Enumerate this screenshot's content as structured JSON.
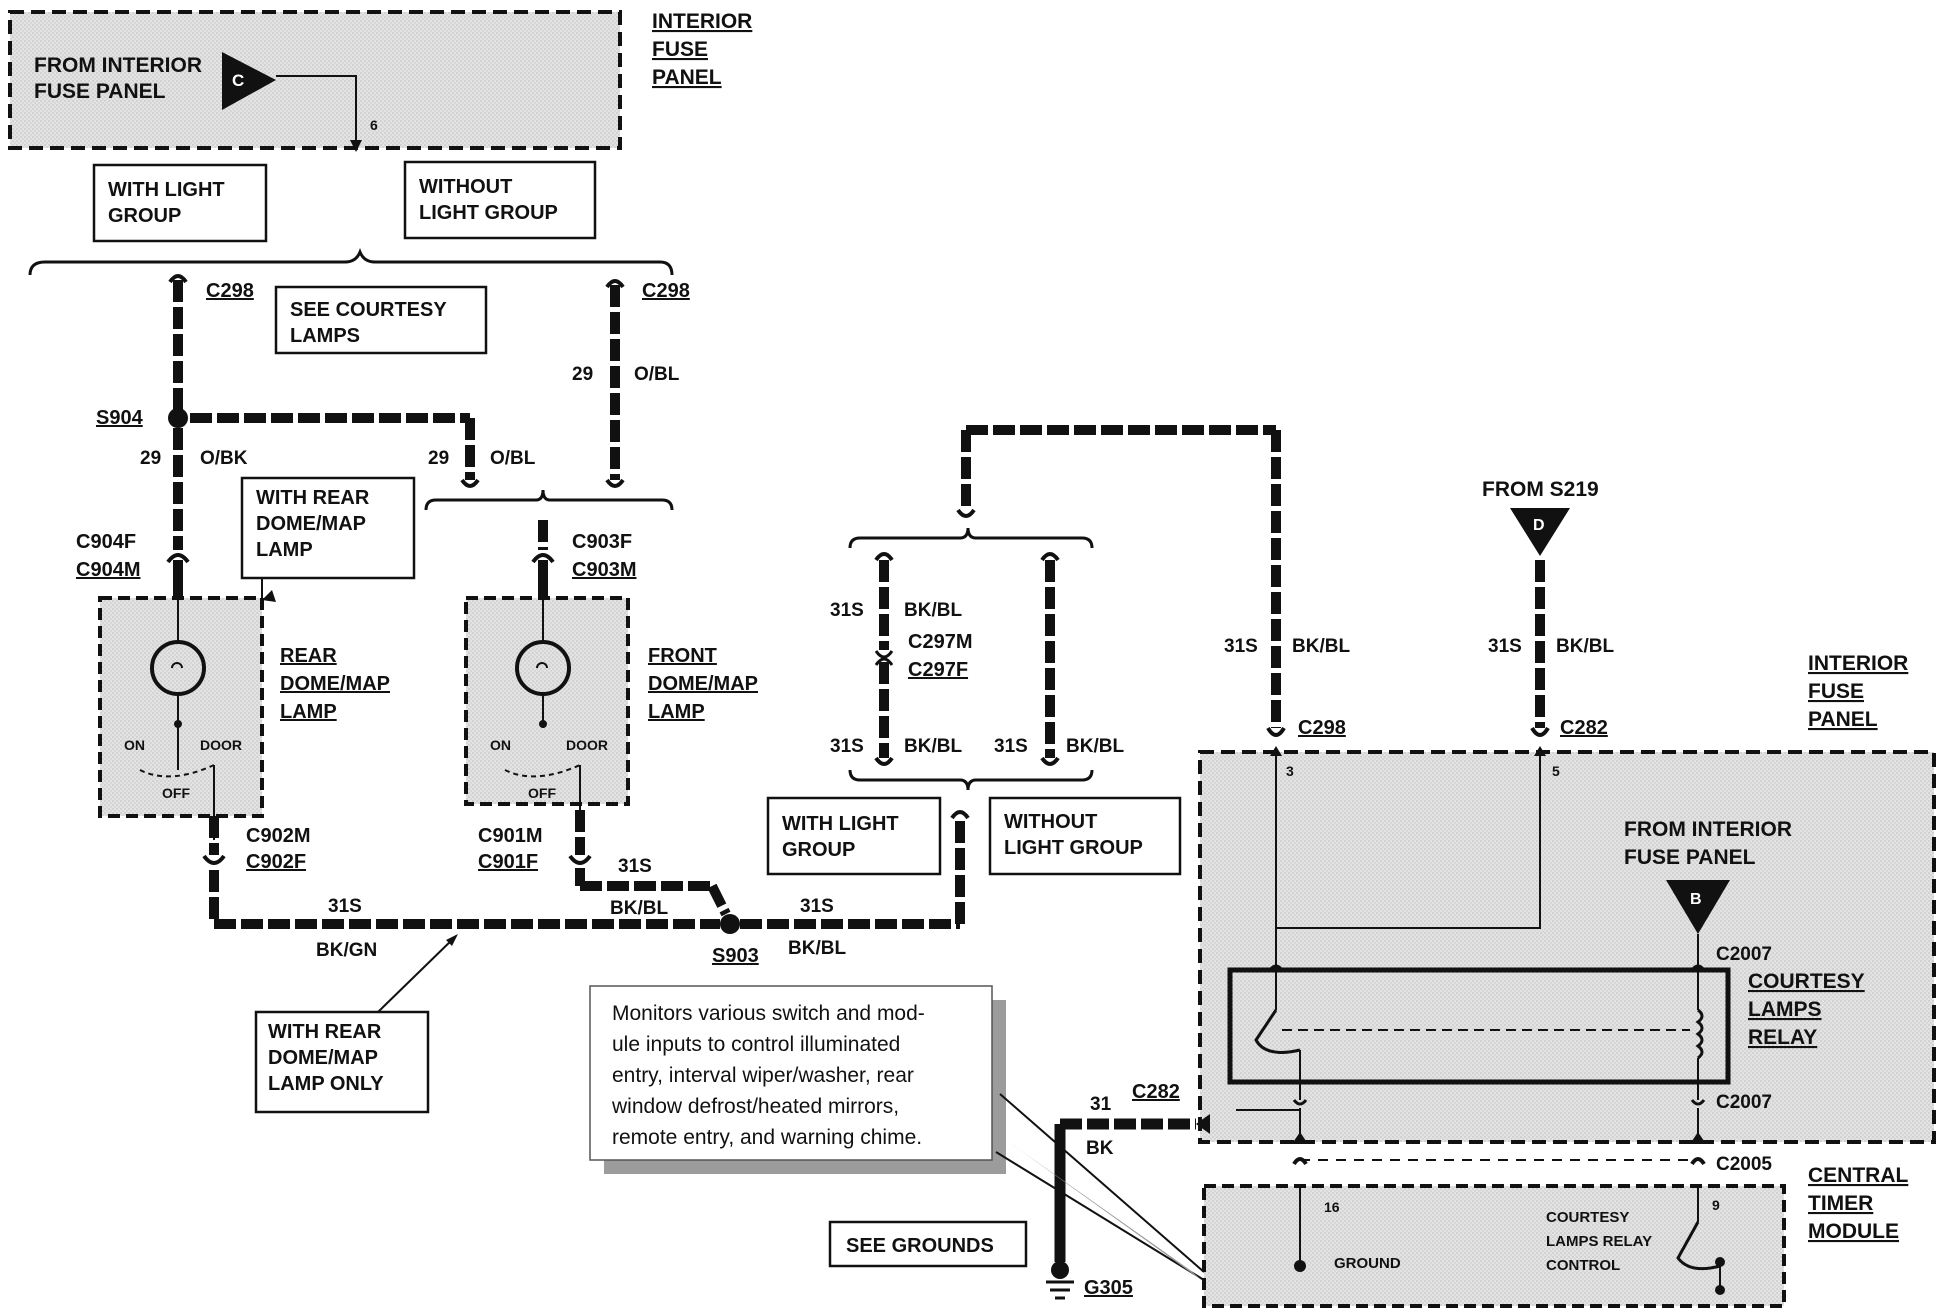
{
  "panels": {
    "top_panel_title": [
      "INTERIOR",
      "FUSE",
      "PANEL"
    ],
    "right_panel_title": [
      "INTERIOR",
      "FUSE",
      "PANEL"
    ],
    "timer_module_title": [
      "CENTRAL",
      "TIMER",
      "MODULE"
    ],
    "from_interior_top": [
      "FROM INTERIOR",
      "FUSE PANEL"
    ],
    "from_interior_right": [
      "FROM INTERIOR",
      "FUSE PANEL"
    ],
    "from_s219": "FROM S219"
  },
  "connector_letters": {
    "c": "C",
    "d": "D",
    "b": "B"
  },
  "pins": {
    "p6": "6",
    "p3": "3",
    "p5": "5",
    "p16": "16",
    "p9": "9"
  },
  "boxes": {
    "with_light_group_top": [
      "WITH LIGHT",
      "GROUP"
    ],
    "without_light_group_top": [
      "WITHOUT",
      "LIGHT GROUP"
    ],
    "see_courtesy": [
      "SEE COURTESY",
      "LAMPS"
    ],
    "with_rear_dome": [
      "WITH REAR",
      "DOME/MAP",
      "LAMP"
    ],
    "with_light_group_mid": [
      "WITH LIGHT",
      "GROUP"
    ],
    "without_light_group_mid": [
      "WITHOUT",
      "LIGHT GROUP"
    ],
    "with_rear_dome_only": [
      "WITH REAR",
      "DOME/MAP",
      "LAMP ONLY"
    ],
    "see_grounds": "SEE GROUNDS"
  },
  "connectors": {
    "c298_left": "C298",
    "c298_mid": "C298",
    "s904": "S904",
    "c904f": "C904F",
    "c904m": "C904M",
    "c903f": "C903F",
    "c903m": "C903M",
    "c902m": "C902M",
    "c902f": "C902F",
    "c901m": "C901M",
    "c901f": "C901F",
    "s903": "S903",
    "c297m": "C297M",
    "c297f": "C297F",
    "c298_right": "C298",
    "c282_right": "C282",
    "c2007_top": "C2007",
    "c2007_bottom": "C2007",
    "c2005": "C2005",
    "c282_bottom": "C282",
    "g305": "G305"
  },
  "wires": {
    "w29_obl_top": [
      "29",
      "O/BL"
    ],
    "w29_obk": [
      "29",
      "O/BK"
    ],
    "w29_obl_mid": [
      "29",
      "O/BL"
    ],
    "w31s_bkbl_a": [
      "31S",
      "BK/BL"
    ],
    "w31s_bkbl_b": [
      "31S",
      "BK/BL"
    ],
    "w31s_bkbl_c": [
      "31S",
      "BK/BL"
    ],
    "w31s_bkbl_d": [
      "31S",
      "BK/BL"
    ],
    "w31s_bkbl_e": [
      "31S",
      "BK/BL"
    ],
    "w31s_bkgn": [
      "31S",
      "BK/GN"
    ],
    "w31s_bkbl_f": [
      "31S",
      "BK/BL"
    ],
    "w31s_bkbl_g": [
      "31S",
      "BK/BL"
    ],
    "w31_bk": [
      "31",
      "BK"
    ]
  },
  "lamps": {
    "rear": [
      "REAR",
      "DOME/MAP",
      "LAMP"
    ],
    "front": [
      "FRONT",
      "DOME/MAP",
      "LAMP"
    ],
    "switch_on": "ON",
    "switch_door": "DOOR",
    "switch_off": "OFF"
  },
  "relay": [
    "COURTESY",
    "LAMPS",
    "RELAY"
  ],
  "timer": {
    "ground": "GROUND",
    "control": [
      "COURTESY",
      "LAMPS RELAY",
      "CONTROL"
    ]
  },
  "note_lines": [
    "Monitors various switch and mod-",
    "ule inputs to control illuminated",
    "entry, interval wiper/washer, rear",
    "window defrost/heated mirrors,",
    "remote entry, and warning chime."
  ]
}
